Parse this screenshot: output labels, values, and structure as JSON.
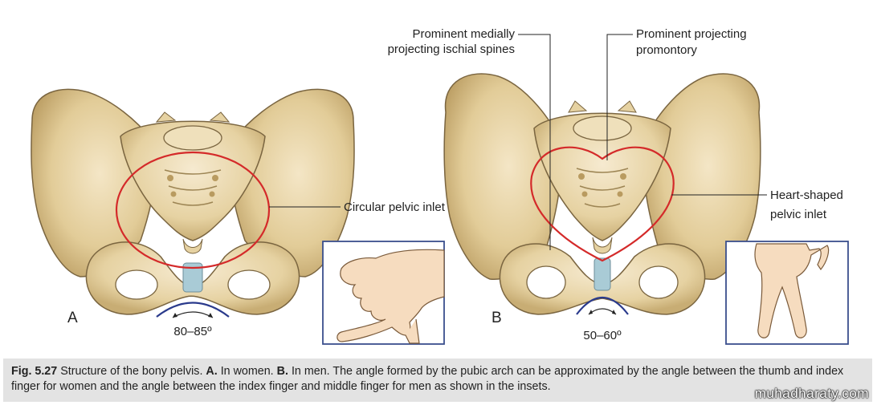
{
  "labels": {
    "ischial_spines": [
      "Prominent medially",
      "projecting ischial spines"
    ],
    "promontory": [
      "Prominent projecting",
      "promontory"
    ],
    "circular_inlet": "Circular pelvic inlet",
    "heart_inlet": [
      "Heart-shaped",
      "pelvic inlet"
    ]
  },
  "panels": {
    "a": {
      "letter": "A",
      "angle": "80–85º"
    },
    "b": {
      "letter": "B",
      "angle": "50–60º"
    }
  },
  "caption": {
    "fig_label": "Fig. 5.27",
    "title": "Structure of the bony pelvis.",
    "a_letter": "A.",
    "a_text": "In women.",
    "b_letter": "B.",
    "b_text": "In men. The angle formed by the pubic arch can be approximated by the angle between the thumb and index finger for women and the angle between the index finger and middle finger for men as shown in the insets."
  },
  "watermark": "muhadharaty.com",
  "colors": {
    "bone": "#ecdcb2",
    "bone_dark": "#c9b07a",
    "outline": "#7a6540",
    "inlet": "#d42a2a",
    "cartilage": "#a9cbd6",
    "inset_border": "#3a4f8c",
    "arch": "#2a3a8c",
    "skin": "#f6dcbf"
  }
}
